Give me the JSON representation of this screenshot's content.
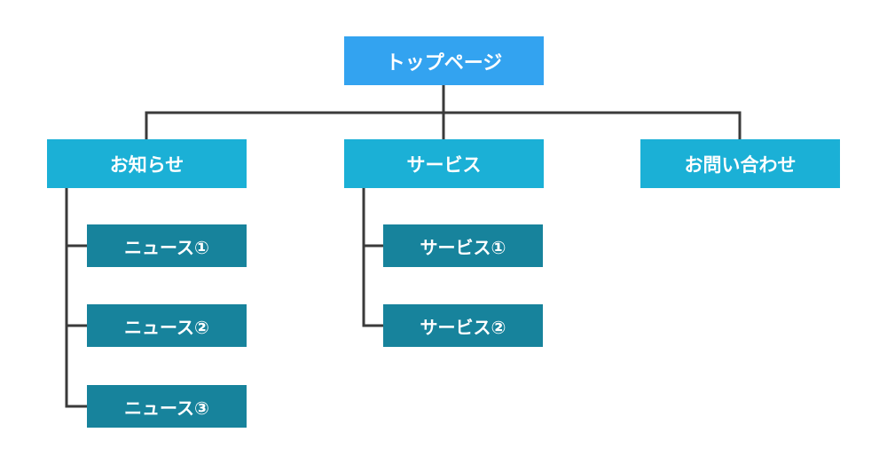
{
  "colors": {
    "root": "#33a3f0",
    "level1": "#1bb0d6",
    "level2": "#17839c",
    "connector": "#3a3a3a",
    "text": "#ffffff"
  },
  "root": {
    "label": "トップページ"
  },
  "sections": [
    {
      "label": "お知らせ",
      "children": [
        "ニュース①",
        "ニュース②",
        "ニュース③"
      ]
    },
    {
      "label": "サービス",
      "children": [
        "サービス①",
        "サービス②"
      ]
    },
    {
      "label": "お問い合わせ",
      "children": []
    }
  ]
}
